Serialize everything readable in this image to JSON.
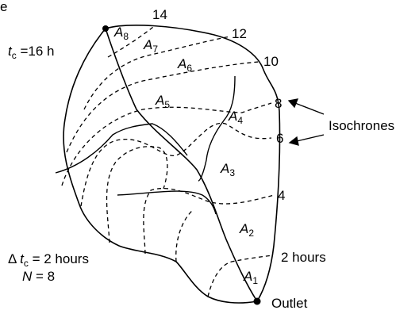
{
  "header_fragment": "e",
  "tc": {
    "var": "t",
    "sub": "c",
    "rest": " =16 h"
  },
  "isochrone_labels": [
    "14",
    "12",
    "10",
    "8",
    "6",
    "4",
    "2 hours"
  ],
  "areas": [
    {
      "letter": "A",
      "sub": "8"
    },
    {
      "letter": "A",
      "sub": "7"
    },
    {
      "letter": "A",
      "sub": "6"
    },
    {
      "letter": "A",
      "sub": "5"
    },
    {
      "letter": "A",
      "sub": "4"
    },
    {
      "letter": "A",
      "sub": "3"
    },
    {
      "letter": "A",
      "sub": "2"
    },
    {
      "letter": "A",
      "sub": "1"
    }
  ],
  "isochrones_label": "Isochrones",
  "outlet_label": "Outlet",
  "delta_tc": {
    "delta": "Δ ",
    "var": "t",
    "sub": "c",
    "rest": " = 2 hours"
  },
  "n_label": {
    "var": "N",
    "rest": " = 8"
  }
}
